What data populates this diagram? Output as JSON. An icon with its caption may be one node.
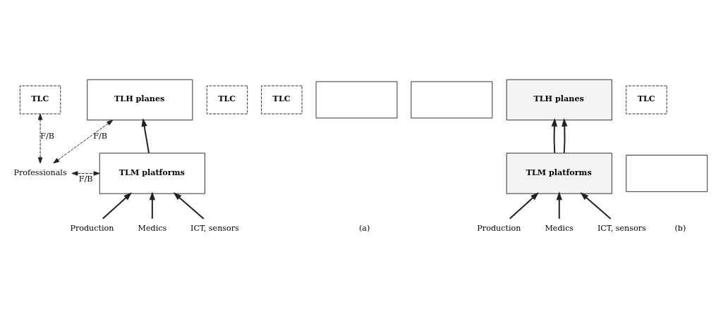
{
  "diagram": {
    "nodes": [
      {
        "text": [
          "TLC"
        ]
      },
      {
        "text": [
          "TLH planes"
        ]
      },
      {
        "text": [
          "TLM platforms"
        ]
      },
      {
        "text": [
          "Professionals"
        ]
      },
      {
        "text": [
          "Production"
        ]
      },
      {
        "text": [
          "Medics"
        ]
      },
      {
        "text": [
          "ICT, sensors"
        ]
      },
      {
        "text": [
          "TLC"
        ]
      },
      {
        "text": [
          "TLC"
        ]
      },
      {
        "text": [],
        "shape": "box"
      },
      {
        "text": [],
        "shape": "box"
      },
      {
        "text": [
          "TLH planes"
        ]
      },
      {
        "text": [
          "TLC"
        ]
      },
      {
        "text": [],
        "shape": "box"
      },
      {
        "text": [
          "TLM platforms"
        ]
      },
      {
        "text": [
          "Production"
        ]
      },
      {
        "text": [
          "Medics"
        ]
      },
      {
        "text": [
          "ICT, sensors"
        ]
      }
    ],
    "edges": [
      {
        "from": 2,
        "to": 1,
        "arrow": "to"
      },
      {
        "from": 4,
        "to": 2,
        "arrow": "to"
      },
      {
        "from": 5,
        "to": 2,
        "arrow": "to"
      },
      {
        "from": 6,
        "to": 2,
        "arrow": "to"
      },
      {
        "from": 3,
        "to": 2,
        "arrow": "both",
        "style": "dashed",
        "label": "F/B"
      },
      {
        "from": 3,
        "to": 1,
        "arrow": "both",
        "style": "dashed",
        "label": "F/B"
      },
      {
        "from": 3,
        "to": 0,
        "arrow": "both",
        "style": "dashed",
        "label": "F/B"
      },
      {
        "from": 14,
        "to": 11,
        "arrow": "to"
      },
      {
        "from": 14,
        "to": 11,
        "arrow": "to"
      },
      {
        "from": 15,
        "to": 14,
        "arrow": "to"
      },
      {
        "from": 16,
        "to": 14,
        "arrow": "to"
      },
      {
        "from": 17,
        "to": 14,
        "arrow": "to"
      }
    ],
    "labels": [
      "(a)",
      "(b)"
    ]
  }
}
